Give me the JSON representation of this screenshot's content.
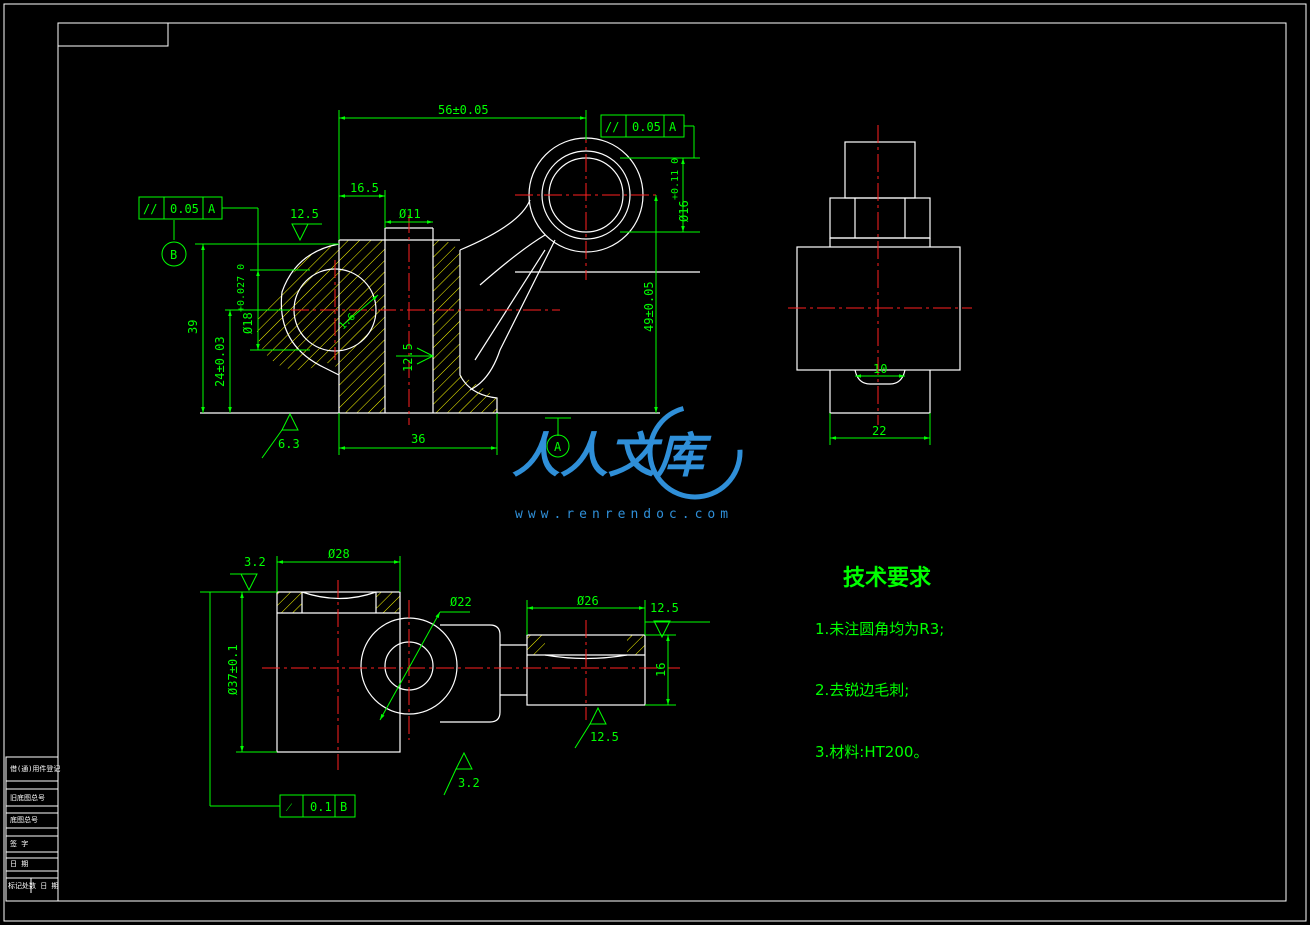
{
  "colors": {
    "background": "#000000",
    "outline": "#ffffff",
    "dimension": "#00ff00",
    "centerline": "#ff2020",
    "hatch": "#ffff00",
    "watermark": "#2f8fd8"
  },
  "front_view": {
    "dims": {
      "center_distance": "56±0.05",
      "offset_16_5": "16.5",
      "bore_11": "Ø11",
      "height_39": "39",
      "height_24": "24±0.03",
      "bore_18": "Ø18",
      "bore_18_tol": "+0.027 0",
      "height_49": "49±0.05",
      "bore_16": "Ø16",
      "bore_16_tol": "+0.11 0",
      "width_36": "36",
      "chamfer": "1.6"
    },
    "roughness": {
      "top": "12.5",
      "rib": "12.5",
      "base": "6.3"
    },
    "fcf_left": {
      "symbol": "//",
      "value": "0.05",
      "datum": "A"
    },
    "fcf_right": {
      "symbol": "//",
      "value": "0.05",
      "datum": "A"
    },
    "datum_b": "B",
    "datum_a": "A"
  },
  "side_view": {
    "dims": {
      "slot_10": "10",
      "width_22": "22"
    }
  },
  "top_view": {
    "dims": {
      "d28": "Ø28",
      "d22": "Ø22",
      "d26": "Ø26",
      "d37": "Ø37±0.1",
      "h16": "16"
    },
    "roughness": {
      "left": "3.2",
      "right_top": "12.5",
      "right_bottom": "12.5",
      "bottom": "3.2"
    },
    "fcf": {
      "symbol": "⁄",
      "value": "0.1",
      "datum": "B"
    }
  },
  "tech_requirements": {
    "title": "技术要求",
    "items": [
      "1.未注圆角均为R3;",
      "2.去锐边毛刺;",
      "3.材料:HT200。"
    ]
  },
  "watermark": {
    "brand": "人人文库",
    "url": "www.renrendoc.com"
  },
  "side_table": {
    "rows": [
      "借(通)用件登记",
      "旧底图总号",
      "底图总号",
      "签 字",
      "日 期",
      "标记处数 日 期"
    ]
  }
}
